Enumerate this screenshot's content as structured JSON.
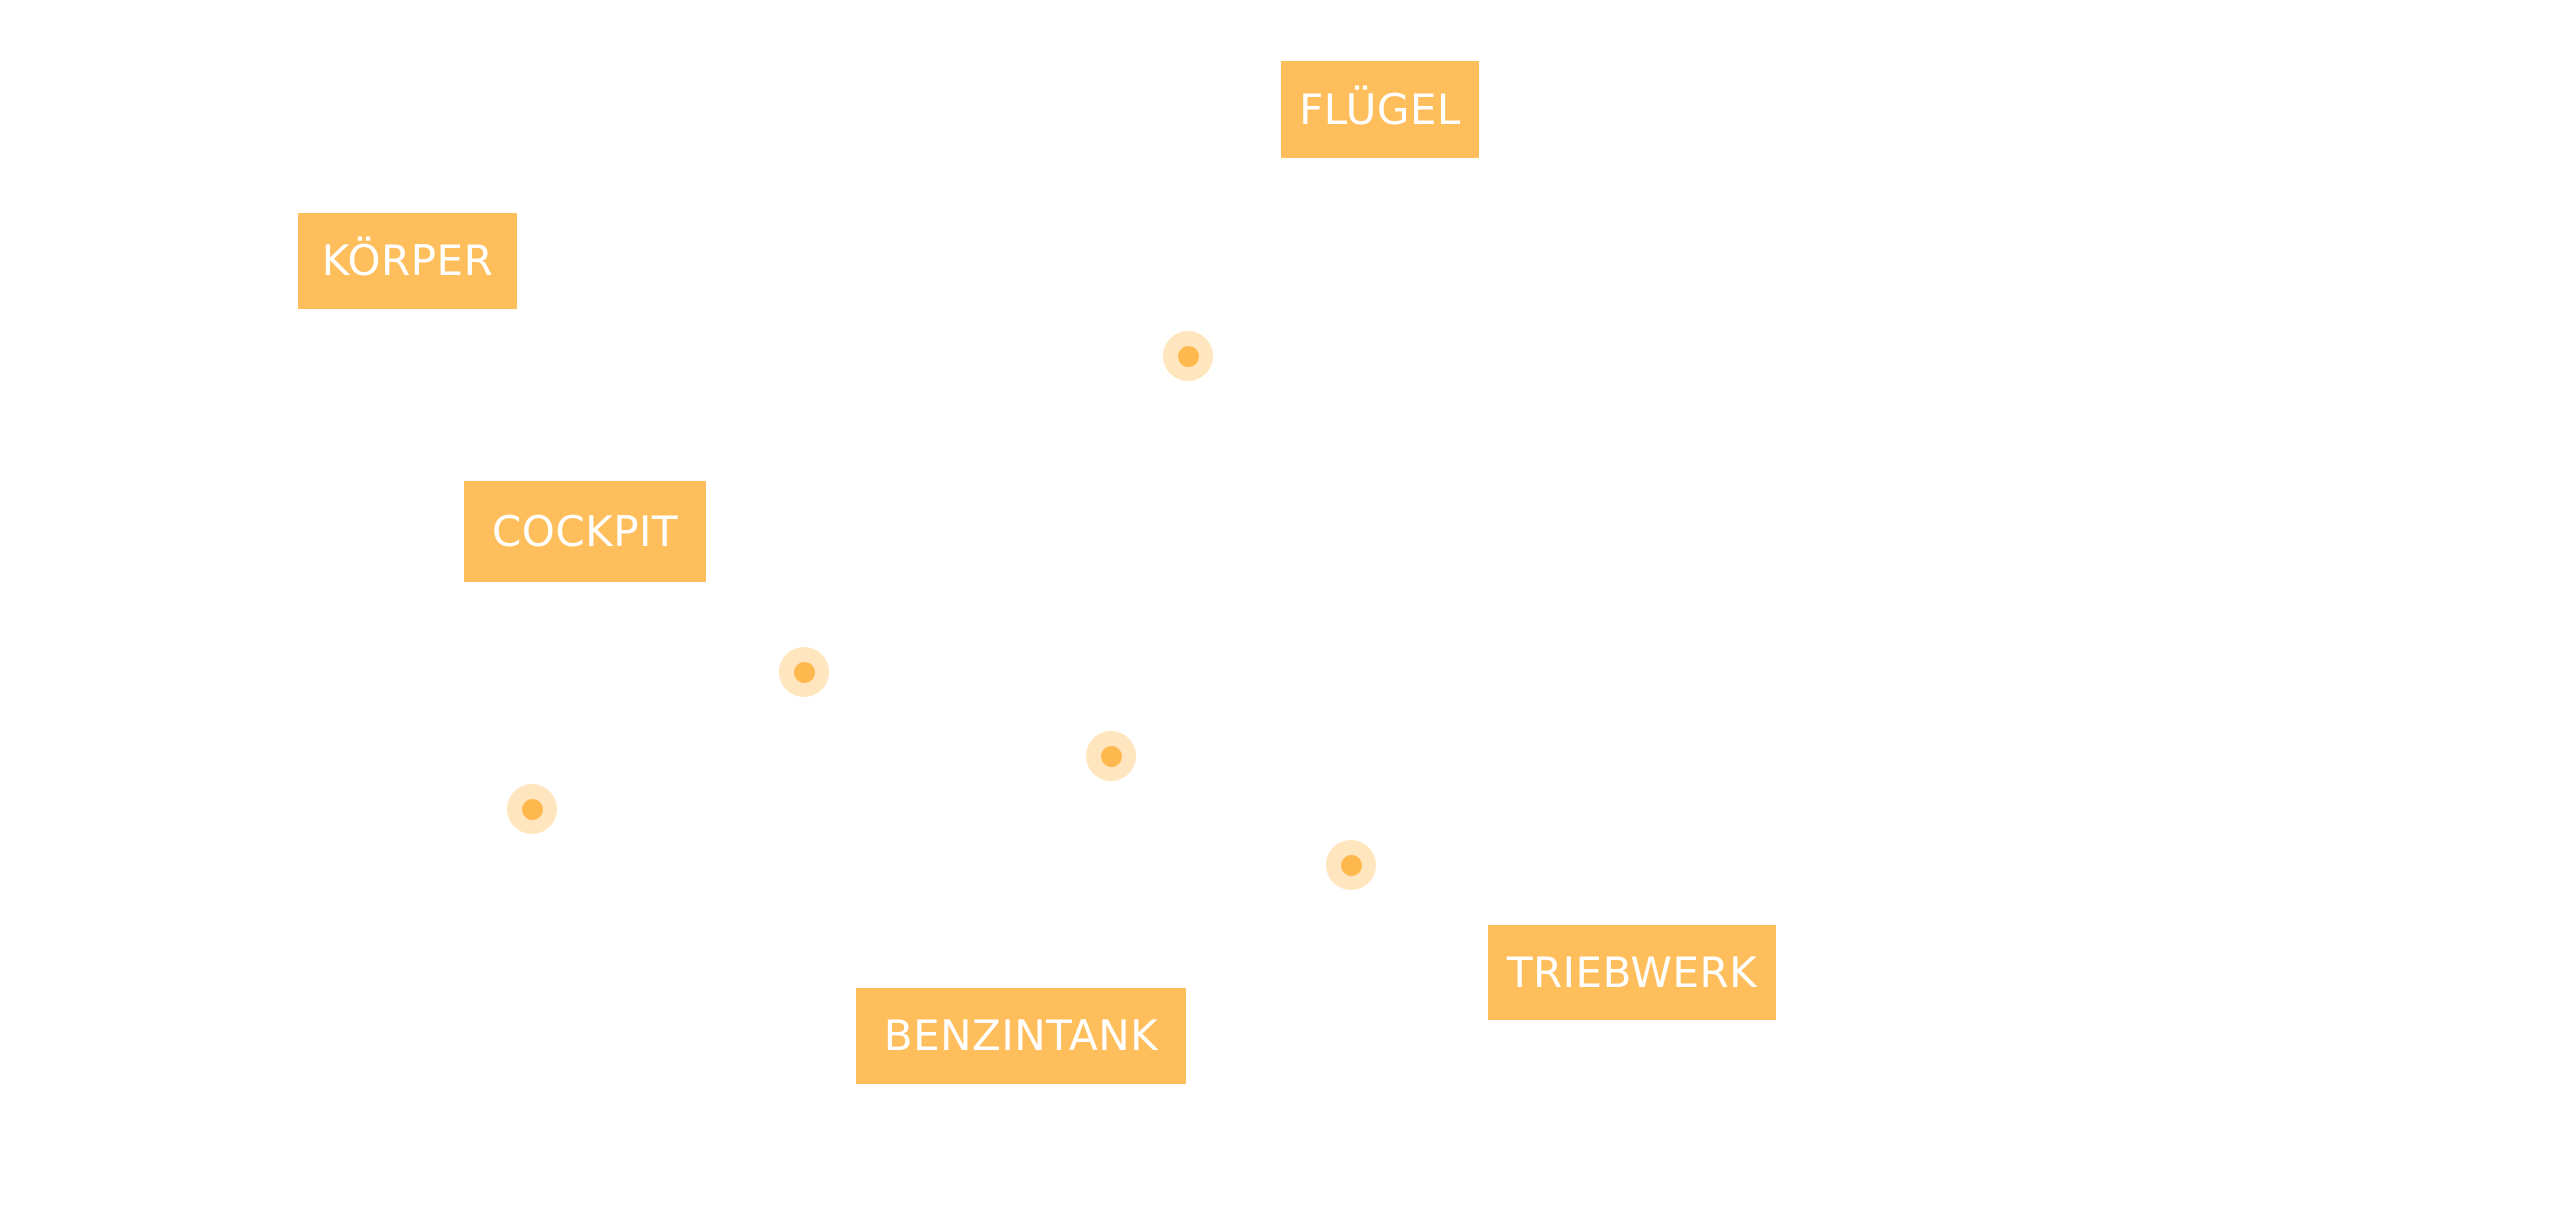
{
  "labels": {
    "fluegel": "FLÜGEL",
    "koerper": "KÖRPER",
    "cockpit": "COCKPIT",
    "triebwerk": "TRIEBWERK",
    "benzintank": "BENZINTANK"
  },
  "colors": {
    "tile_background": "#FFBE5C",
    "tile_text": "#FFFFFF",
    "hotspot_core": "#FFB84D",
    "hotspot_halo": "#FFE6BE",
    "page_background": "#FFFFFF"
  }
}
